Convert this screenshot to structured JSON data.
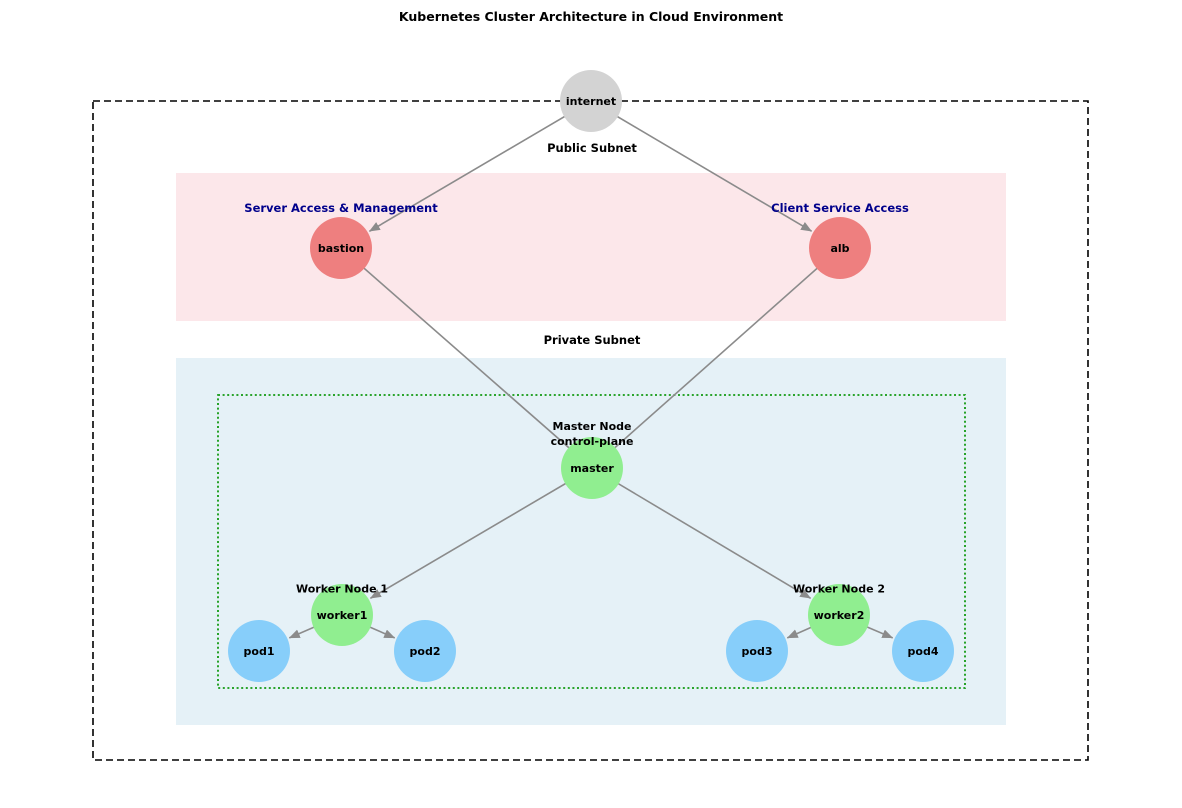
{
  "title": "Kubernetes Cluster Architecture in Cloud Environment",
  "subnets": {
    "public": {
      "label": "Public Subnet"
    },
    "private": {
      "label": "Private Subnet"
    }
  },
  "annotations": {
    "server_access": "Server Access & Management",
    "client_access": "Client Service Access",
    "master_node_line1": "Master Node",
    "master_node_line2": "control-plane",
    "worker_node_1": "Worker Node 1",
    "worker_node_2": "Worker Node 2"
  },
  "nodes": {
    "internet": {
      "label": "internet",
      "color": "#d3d3d3"
    },
    "bastion": {
      "label": "bastion",
      "color": "#ee7f7f"
    },
    "alb": {
      "label": "alb",
      "color": "#ee7f7f"
    },
    "master": {
      "label": "master",
      "color": "#90ee90"
    },
    "worker1": {
      "label": "worker1",
      "color": "#90ee90"
    },
    "worker2": {
      "label": "worker2",
      "color": "#90ee90"
    },
    "pod1": {
      "label": "pod1",
      "color": "#87cefa"
    },
    "pod2": {
      "label": "pod2",
      "color": "#87cefa"
    },
    "pod3": {
      "label": "pod3",
      "color": "#87cefa"
    },
    "pod4": {
      "label": "pod4",
      "color": "#87cefa"
    }
  },
  "edges": [
    {
      "from": "internet",
      "to": "bastion"
    },
    {
      "from": "internet",
      "to": "alb"
    },
    {
      "from": "bastion",
      "to": "master"
    },
    {
      "from": "alb",
      "to": "master"
    },
    {
      "from": "master",
      "to": "worker1"
    },
    {
      "from": "master",
      "to": "worker2"
    },
    {
      "from": "worker1",
      "to": "pod1"
    },
    {
      "from": "worker1",
      "to": "pod2"
    },
    {
      "from": "worker2",
      "to": "pod3"
    },
    {
      "from": "worker2",
      "to": "pod4"
    }
  ],
  "colors": {
    "vpc_border": "#000000",
    "cluster_border": "#119911",
    "edge": "#8b8b8b",
    "public_band": "#fce7ea",
    "private_band": "#e5f1f7",
    "annotation_text": "#00008b",
    "node_label_text": "#000000"
  }
}
